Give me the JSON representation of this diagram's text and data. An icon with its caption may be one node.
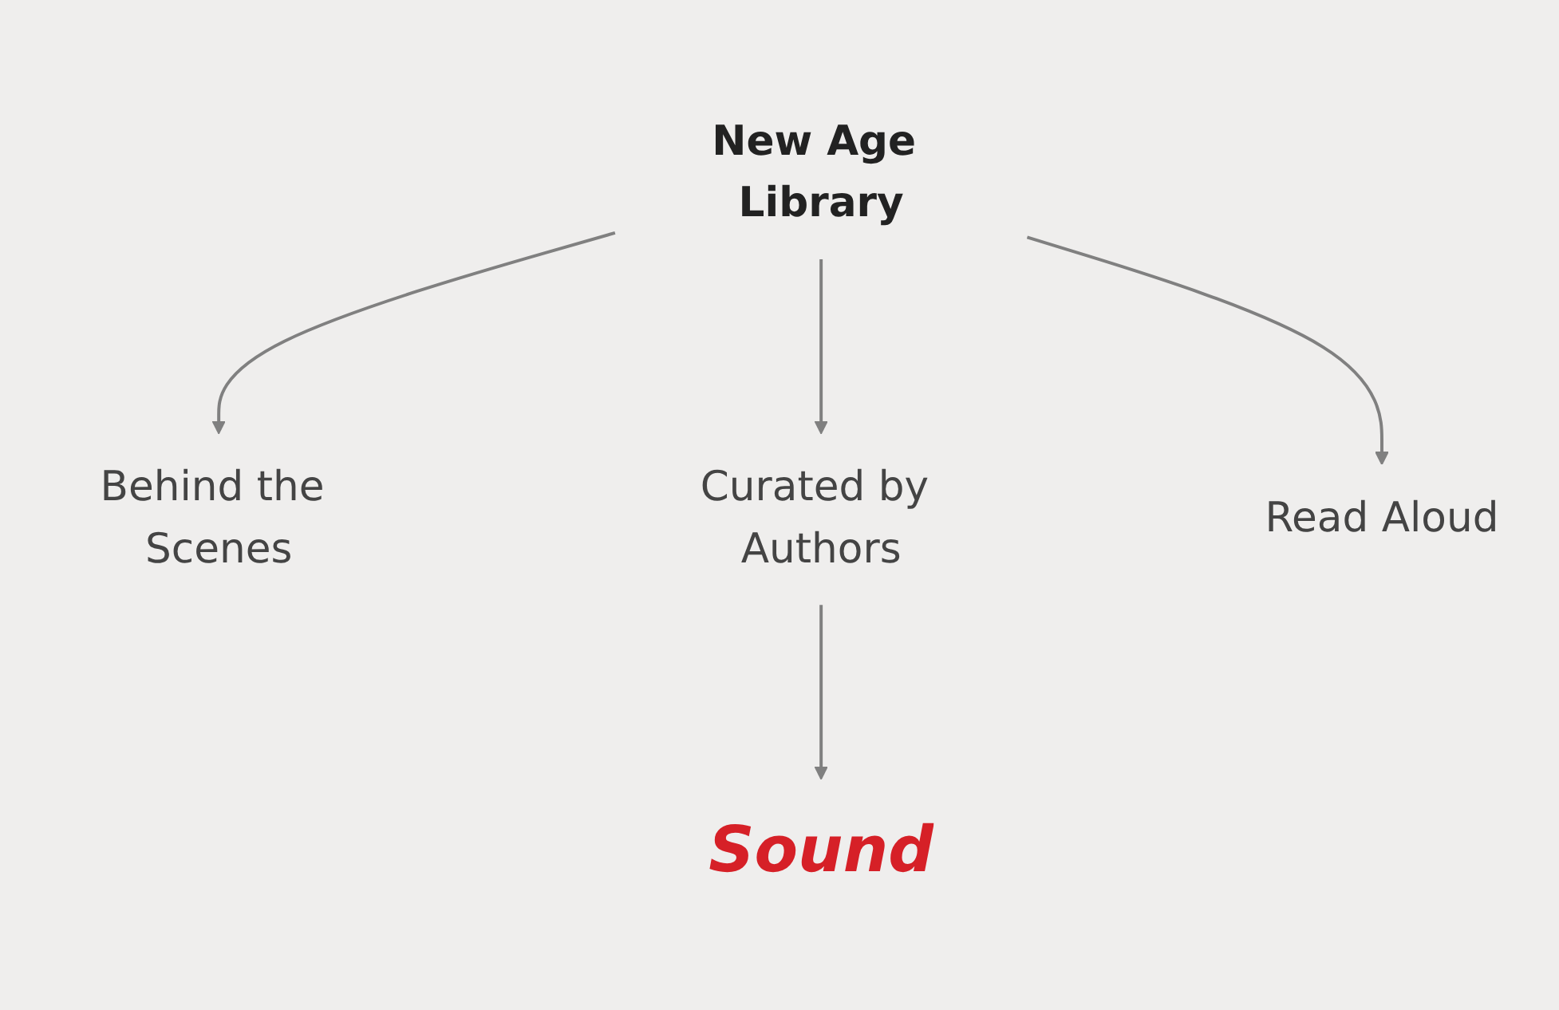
{
  "diagram": {
    "nodes": [
      {
        "text": [
          "New Age Library"
        ]
      },
      {
        "text": [
          "Behind the Scenes"
        ]
      },
      {
        "text": [
          "Curated by Authors"
        ]
      },
      {
        "text": [
          "Read Aloud"
        ]
      },
      {
        "text": [
          "Sound"
        ]
      }
    ],
    "edges": [
      {
        "from": 0,
        "to": 1,
        "arrow": "to"
      },
      {
        "from": 0,
        "to": 2,
        "arrow": "to"
      },
      {
        "from": 0,
        "to": 3,
        "arrow": "to"
      },
      {
        "from": 2,
        "to": 4,
        "arrow": "to"
      }
    ]
  }
}
